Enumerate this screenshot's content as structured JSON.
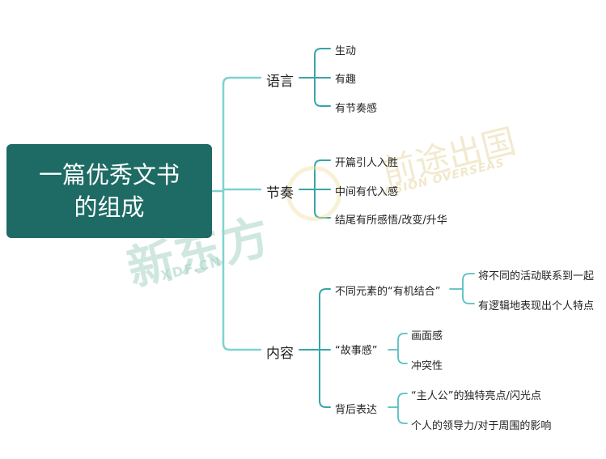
{
  "colors": {
    "root_bg": "#1d6b64",
    "l1_line": "#7fd1d0",
    "l2_line": "#36a5a8",
    "l3_line": "#58bfc0"
  },
  "root": {
    "line1": "一篇优秀文书",
    "line2": "的组成"
  },
  "branches": [
    {
      "label": "语言",
      "children": [
        {
          "label": "生动"
        },
        {
          "label": "有趣"
        },
        {
          "label": "有节奏感"
        }
      ]
    },
    {
      "label": "节奏",
      "children": [
        {
          "label": "开篇引人入胜"
        },
        {
          "label": "中间有代入感"
        },
        {
          "label": "结尾有所感悟/改变/升华"
        }
      ]
    },
    {
      "label": "内容",
      "children": [
        {
          "label": "不同元素的“有机结合”",
          "children": [
            {
              "label": "将不同的活动联系到一起"
            },
            {
              "label": "有逻辑地表现出个人特点"
            }
          ]
        },
        {
          "label": "“故事感”",
          "children": [
            {
              "label": "画面感"
            },
            {
              "label": "冲突性"
            }
          ]
        },
        {
          "label": "背后表达",
          "children": [
            {
              "label": "“主人公”的独特亮点/闪光点"
            },
            {
              "label": "个人的领导力/对于周围的影响"
            }
          ]
        }
      ]
    }
  ],
  "watermarks": {
    "xdf_cn": "新东方",
    "xdf_en": "XDF.CN",
    "overseas_cn": "前途出国",
    "overseas_en": "VISION OVERSEAS"
  }
}
